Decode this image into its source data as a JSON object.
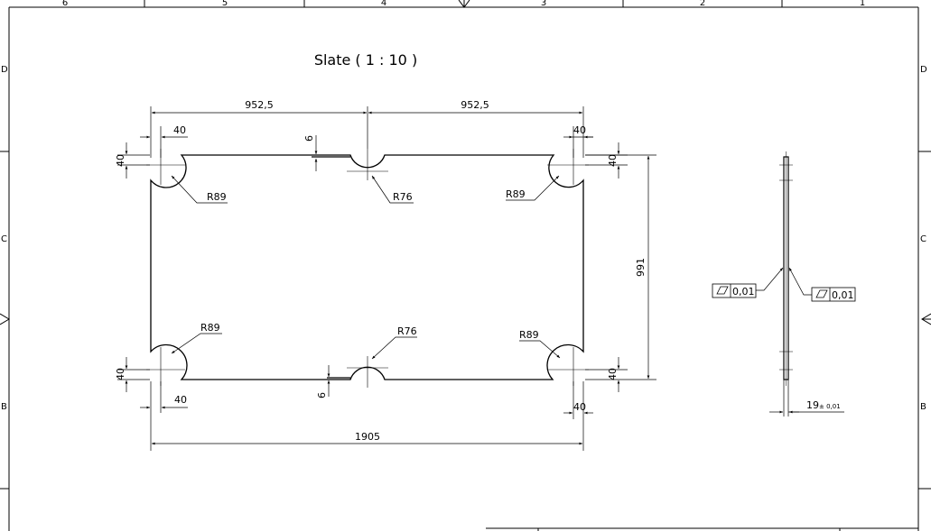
{
  "frame": {
    "top_zones": [
      "6",
      "5",
      "4",
      "3",
      "2",
      "1"
    ],
    "left_zones": [
      "D",
      "C",
      "B"
    ],
    "right_zones": [
      "D",
      "C",
      "B"
    ]
  },
  "view": {
    "title": "Slate ( 1 : 10 )"
  },
  "dimensions": {
    "top_half_left": "952,5",
    "top_half_right": "952,5",
    "corner_tl_horiz": "40",
    "corner_tl_vert": "40",
    "notch_top_depth": "6",
    "corner_tr_horiz": "40",
    "corner_tr_vert": "40",
    "radius_tl": "R89",
    "radius_top_mid": "R76",
    "radius_tr": "R89",
    "radius_bl": "R89",
    "radius_bottom_mid": "R76",
    "radius_br": "R89",
    "height_total": "991",
    "corner_bl_vert": "40",
    "corner_bl_horiz": "40",
    "notch_bottom_depth": "6",
    "corner_br_vert": "40",
    "corner_br_horiz": "40",
    "width_total": "1905"
  },
  "side_view": {
    "flatness_left": "0,01",
    "flatness_right": "0,01",
    "thickness": "19",
    "thickness_tol": "± 0,01"
  }
}
